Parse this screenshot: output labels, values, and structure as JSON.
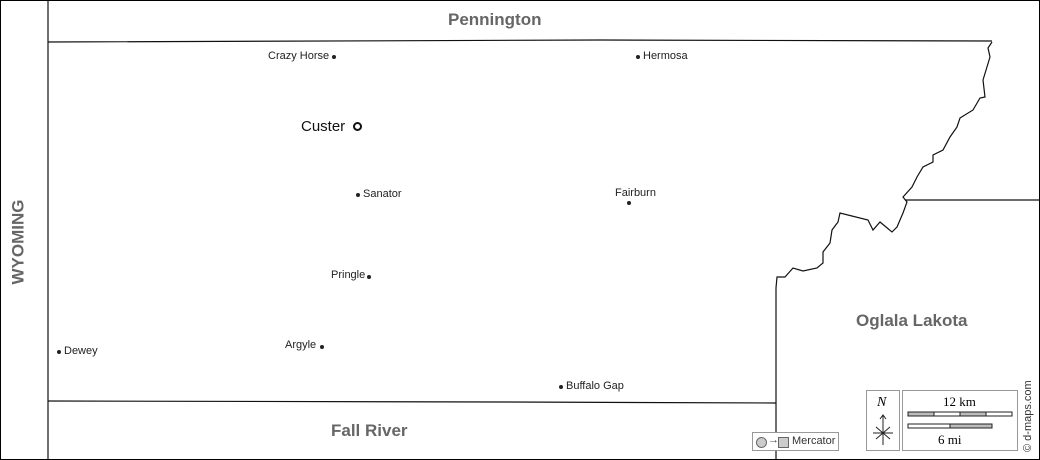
{
  "regions": {
    "north": "Pennington",
    "west": "WYOMING",
    "south": "Fall River",
    "east": "Oglala Lakota"
  },
  "county_seat": "Custer",
  "places": [
    "Crazy Horse",
    "Hermosa",
    "Sanator",
    "Fairburn",
    "Pringle",
    "Dewey",
    "Argyle",
    "Buffalo Gap"
  ],
  "legend": {
    "projection": "Mercator",
    "north": "N",
    "scale_km": "12 km",
    "scale_mi": "6 mi",
    "credit": "© d-maps.com"
  }
}
